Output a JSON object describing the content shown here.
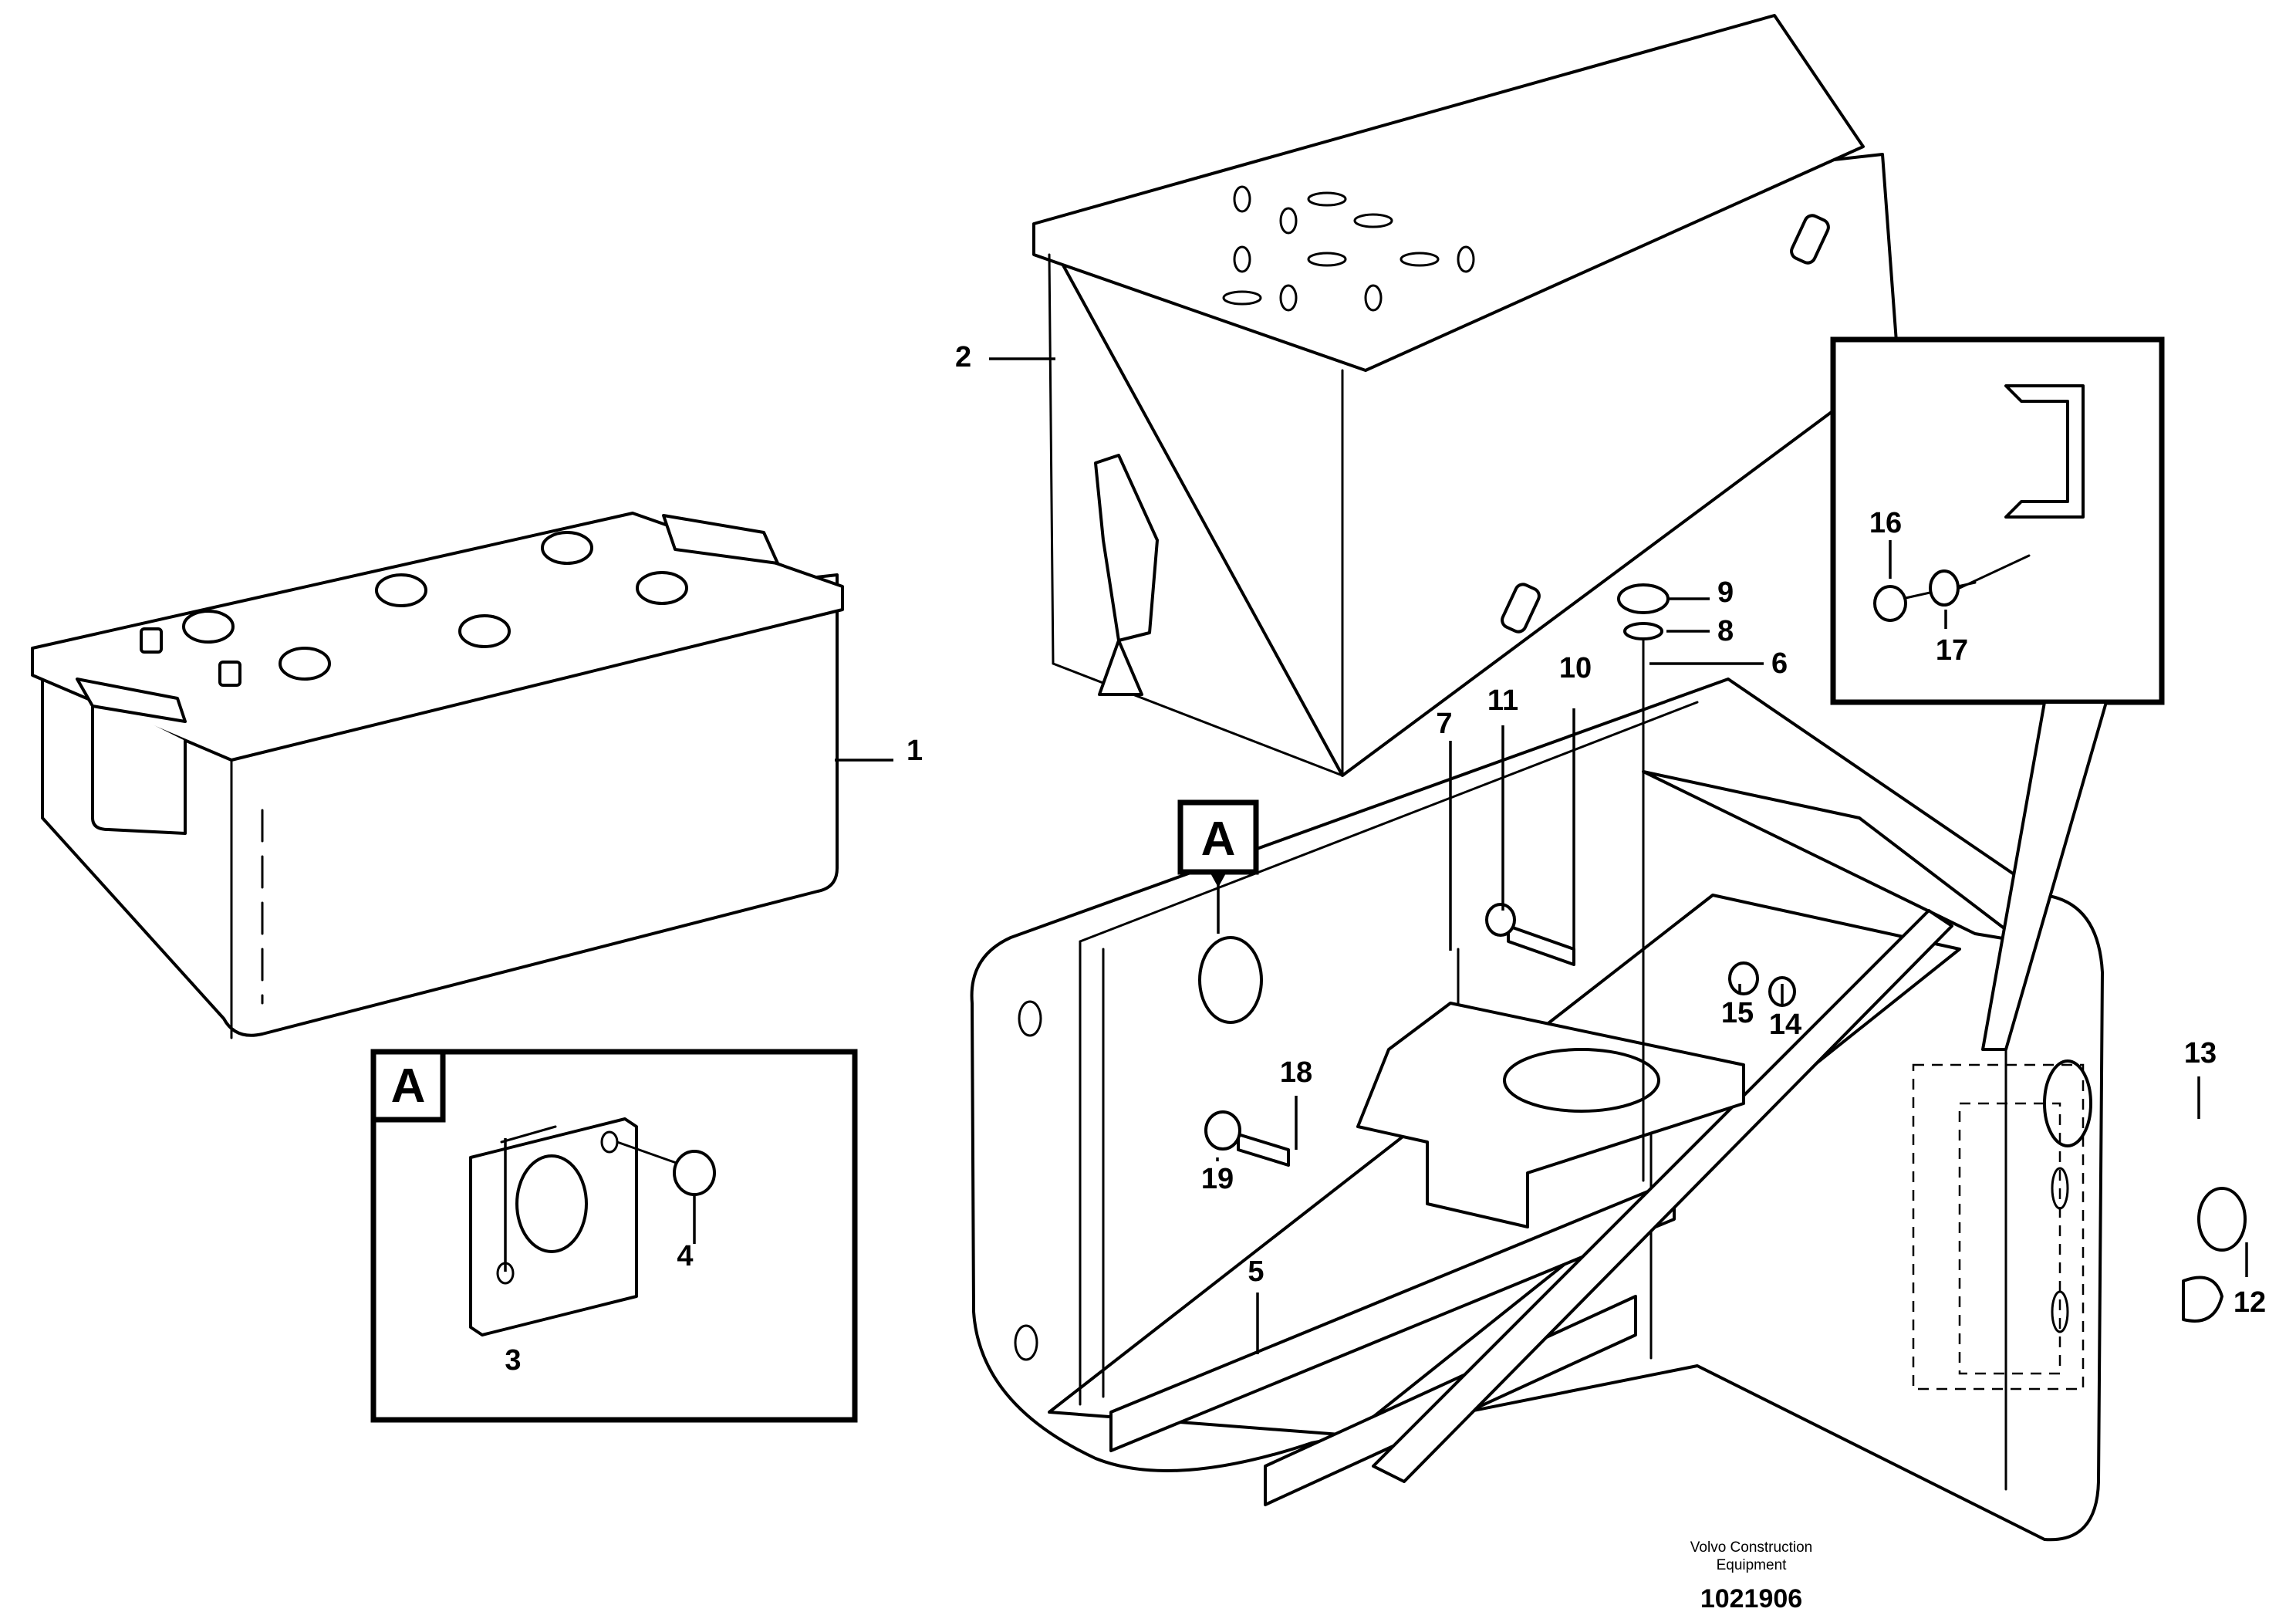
{
  "detail_tag": "A",
  "callouts": {
    "c1": "1",
    "c2": "2",
    "c3": "3",
    "c4": "4",
    "c5": "5",
    "c6": "6",
    "c7": "7",
    "c8": "8",
    "c9": "9",
    "c10": "10",
    "c11": "11",
    "c12": "12",
    "c13": "13",
    "c14": "14",
    "c15": "15",
    "c16": "16",
    "c17": "17",
    "c18": "18",
    "c19": "19"
  },
  "footer": {
    "brand_line1": "Volvo Construction",
    "brand_line2": "Equipment",
    "drawing_number": "1021906"
  }
}
